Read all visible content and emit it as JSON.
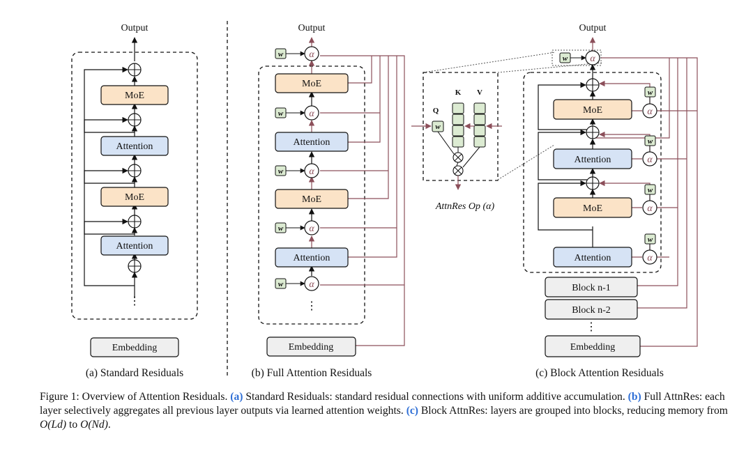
{
  "labels": {
    "output": "Output",
    "moe": "MoE",
    "attention": "Attention",
    "embedding": "Embedding",
    "block_n1": "Block n-1",
    "block_n2": "Block n-2",
    "vdots": "⋮",
    "weight": "w",
    "alpha": "α",
    "q": "Q",
    "k": "K",
    "v": "V",
    "op_label": "AttnRes Op (α)"
  },
  "panels": {
    "a": "(a) Standard Residuals",
    "b": "(b) Full Attention Residuals",
    "c": "(c) Block Attention Residuals"
  },
  "caption": {
    "intro": "Figure 1: Overview of Attention Residuals. ",
    "ref_a": "(a)",
    "text_a": " Standard Residuals: standard residual connections with uniform additive accumulation. ",
    "ref_b": "(b)",
    "text_b": " Full AttnRes: each layer selectively aggregates all previous layer outputs via learned attention weights. ",
    "ref_c": "(c)",
    "text_c": " Block AttnRes: layers are grouped into blocks, reducing memory from ",
    "math1": "O(Ld)",
    "to": " to ",
    "math2": "O(Nd)",
    "end": "."
  },
  "colors": {
    "moe_fill": "#fbe3c7",
    "attention_fill": "#d6e3f5",
    "embedding_fill": "#efefef",
    "weight_fill": "#dcebd2",
    "residual_line": "#8c4f5a",
    "ref_blue": "#2f6fd6"
  }
}
